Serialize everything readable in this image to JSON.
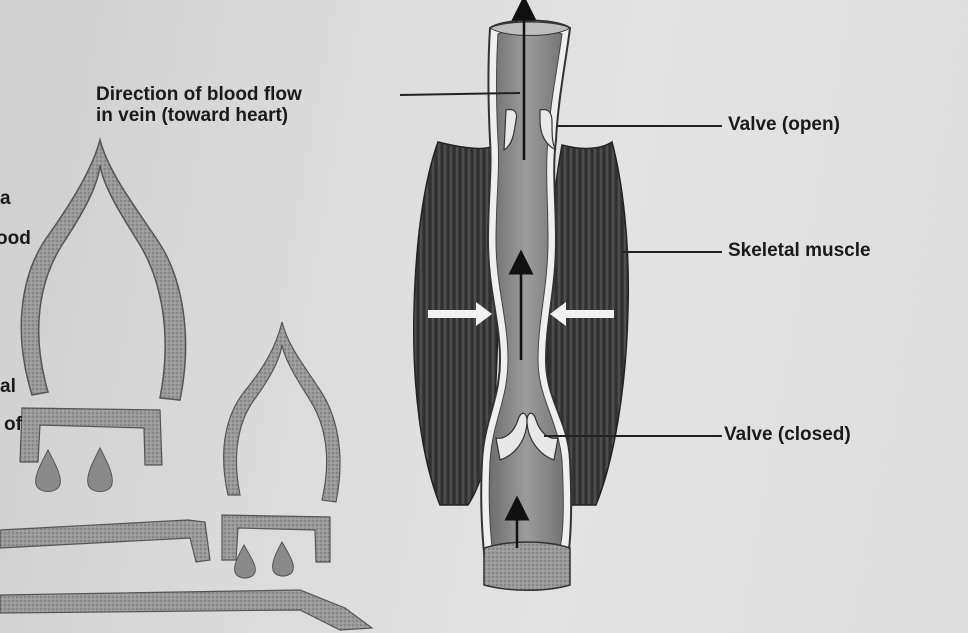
{
  "labels": {
    "direction_line1": "Direction of blood flow",
    "direction_line2": "in vein (toward heart)",
    "valve_open": "Valve (open)",
    "skeletal_muscle": "Skeletal muscle",
    "valve_closed": "Valve (closed)"
  },
  "partial_text": {
    "a": "a",
    "ood": "ood",
    "al": "al",
    "of": "of"
  },
  "colors": {
    "background": "#dcdcdc",
    "muscle": "#3c3c3c",
    "vein_wall": "#5a5a5a",
    "vein_lumen": "#8d8d8d",
    "arrow_light": "#f2f2f2",
    "text": "#1a1a1a"
  }
}
